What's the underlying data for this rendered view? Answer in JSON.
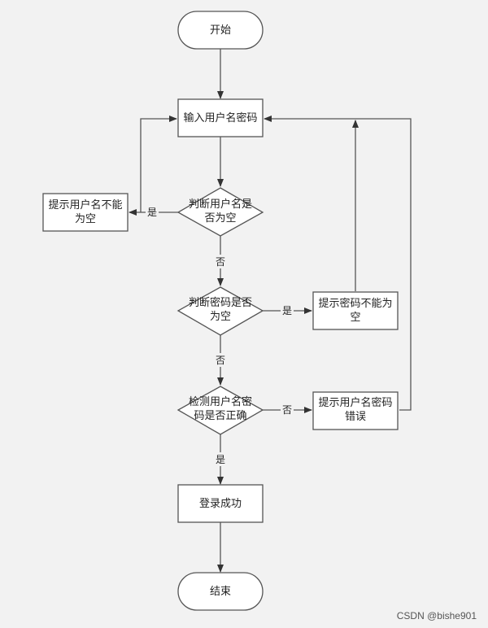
{
  "nodes": {
    "start": "开始",
    "input": "输入用户名密码",
    "check_user_empty": [
      "判断用户名是",
      "否为空"
    ],
    "prompt_user_empty": [
      "提示用户名不能",
      "为空"
    ],
    "check_pwd_empty": [
      "判断密码是否",
      "为空"
    ],
    "prompt_pwd_empty": [
      "提示密码不能为",
      "空"
    ],
    "verify": [
      "检测用户名密",
      "码是否正确"
    ],
    "prompt_error": [
      "提示用户名密码",
      "错误"
    ],
    "login_success": "登录成功",
    "end": "结束"
  },
  "edges": {
    "yes": "是",
    "no": "否"
  },
  "watermark": "CSDN @bishe901"
}
